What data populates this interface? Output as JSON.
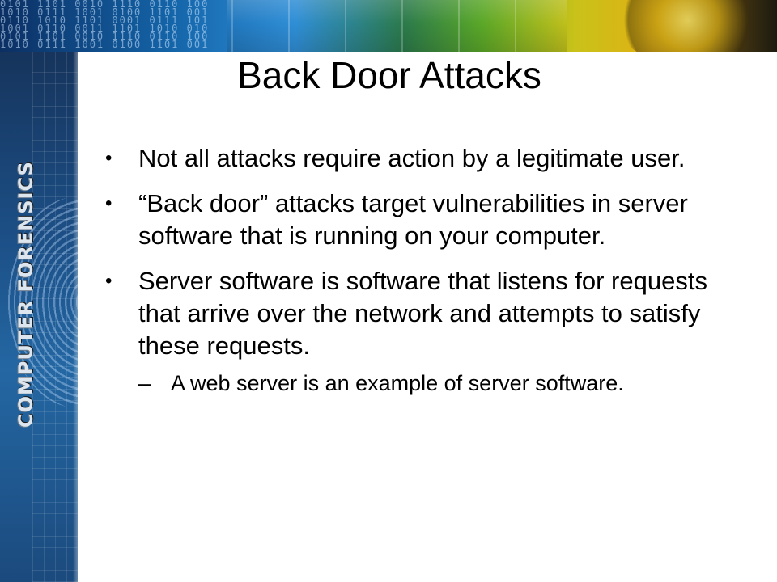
{
  "slide": {
    "title": "Back Door Attacks",
    "sidebar_text": "COMPUTER FORENSICS",
    "bullets": [
      {
        "text": "Not all attacks require action by a legitimate user."
      },
      {
        "text": "“Back door” attacks target vulnerabilities in server software that is running on your computer."
      },
      {
        "text": "Server software is software that listens for requests that arrive over the network and attempts to satisfy these requests."
      }
    ],
    "sub_bullets": [
      {
        "text": "A web server is an example of server software."
      }
    ],
    "bullet_symbol": "•",
    "sub_bullet_symbol": "–"
  }
}
